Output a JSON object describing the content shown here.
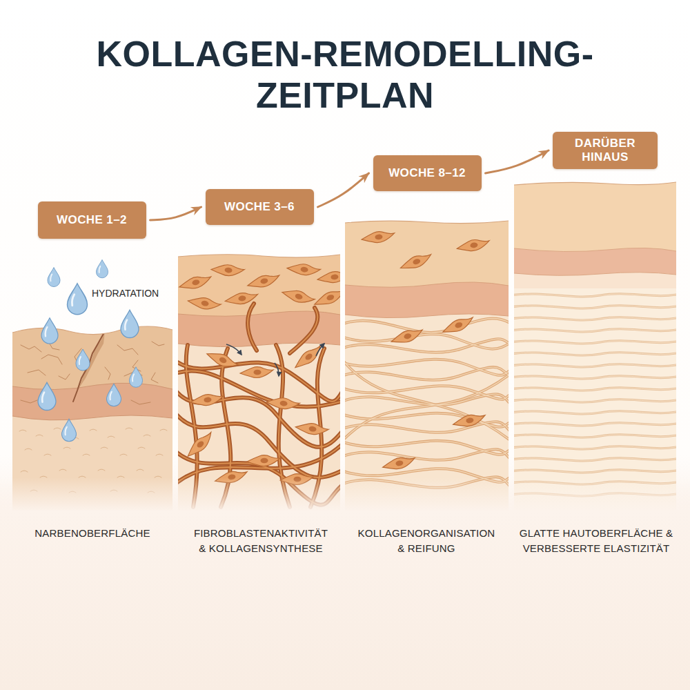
{
  "diagram": {
    "title": "KOLLAGEN-REMODELLING- ZEITPLAN",
    "nodes": [
      {
        "text": [
          "WOCHE 1–2"
        ]
      },
      {
        "text": [
          "WOCHE 3–6"
        ]
      },
      {
        "text": [
          "WOCHE 8–12"
        ]
      },
      {
        "text": [
          "DARÜBER HINAUS"
        ]
      }
    ],
    "edges": [
      {
        "from": 0,
        "to": 1,
        "arrow": "to"
      },
      {
        "from": 1,
        "to": 2,
        "arrow": "to"
      },
      {
        "from": 2,
        "to": 3,
        "arrow": "to"
      }
    ],
    "labels": [
      "HYDRATATION",
      "NARBENOBERFLÄCHE",
      "FIBROBLASTENAKTIVITÄT & KOLLAGENSYNTHESE",
      "KOLLAGENORGANISATION & REIFUNG",
      "GLATTE HAUTOBERFLÄCHE & VERBESSERTE ELASTIZITÄT"
    ]
  }
}
